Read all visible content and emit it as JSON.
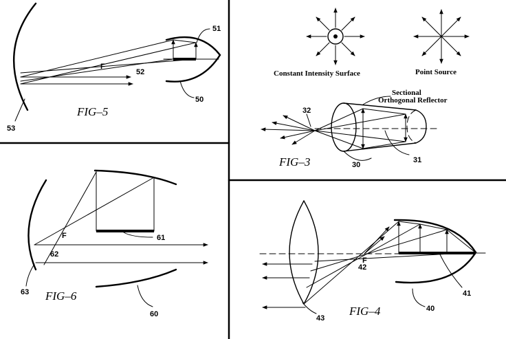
{
  "colors": {
    "ink": "#000000",
    "paper": "#ffffff"
  },
  "fig5": {
    "title": "FIG–5",
    "focus": "F",
    "ref_reflector": "50",
    "ref_source": "51",
    "ref_rays": "52",
    "ref_lens": "53"
  },
  "fig3": {
    "title": "FIG–3",
    "caption_constant": "Constant Intensity Surface",
    "caption_point": "Point Source",
    "caption_reflector_1": "Sectional",
    "caption_reflector_2": "Orthogonal Reflector",
    "ref_body": "30",
    "ref_axis": "31",
    "ref_apex": "32"
  },
  "fig6": {
    "title": "FIG–6",
    "focus": "F",
    "ref_reflector": "60",
    "ref_source": "61",
    "ref_point": "62",
    "ref_lens": "63"
  },
  "fig4": {
    "title": "FIG–4",
    "focus": "F",
    "ref_reflector": "40",
    "ref_source": "41",
    "ref_focus": "42",
    "ref_lens": "43"
  }
}
